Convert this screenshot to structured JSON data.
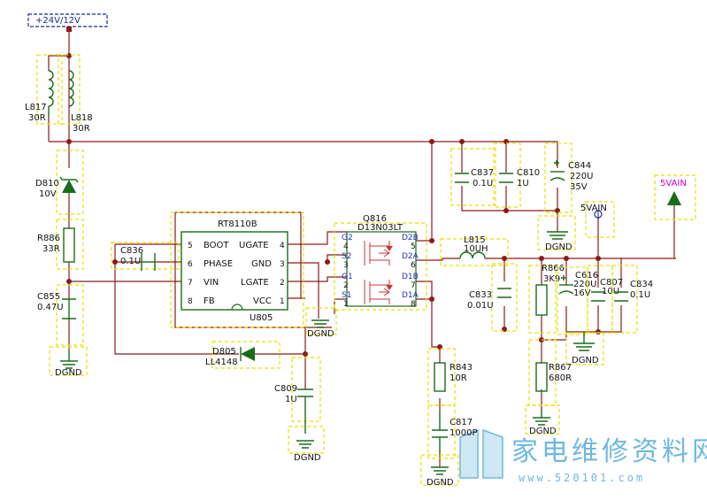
{
  "power_input": "+24V/12V",
  "rail_5v": "5VAIN",
  "rail_5v_node": "5VAIN",
  "ic": {
    "name": "RT8110B",
    "ref": "U805",
    "pins_left": [
      {
        "num": "5",
        "name": "BOOT"
      },
      {
        "num": "6",
        "name": "PHASE"
      },
      {
        "num": "7",
        "name": "VIN"
      },
      {
        "num": "8",
        "name": "FB"
      }
    ],
    "pins_right": [
      {
        "num": "4",
        "name": "UGATE"
      },
      {
        "num": "3",
        "name": "GND"
      },
      {
        "num": "2",
        "name": "LGATE"
      },
      {
        "num": "1",
        "name": "VCC"
      }
    ]
  },
  "mosfet": {
    "ref": "Q816",
    "part": "D13N03LT",
    "pins_left": [
      {
        "name": "G2",
        "num": "4"
      },
      {
        "name": "S2",
        "num": "3"
      },
      {
        "name": "G1",
        "num": "2"
      },
      {
        "name": "S1",
        "num": "1"
      }
    ],
    "pins_right": [
      {
        "name": "D2B",
        "num": "5"
      },
      {
        "name": "D2A",
        "num": "6"
      },
      {
        "name": "D1B",
        "num": "7"
      },
      {
        "name": "D1A",
        "num": "8"
      }
    ]
  },
  "components": {
    "L817": {
      "ref": "L817",
      "value": "30R"
    },
    "L818": {
      "ref": "L818",
      "value": "30R"
    },
    "D810": {
      "ref": "D810",
      "value": "10V"
    },
    "R886": {
      "ref": "R886",
      "value": "33R"
    },
    "C855": {
      "ref": "C855",
      "value": "0.47U"
    },
    "C836": {
      "ref": "C836",
      "value": "0.1U"
    },
    "D805": {
      "ref": "D805",
      "value": "LL4148"
    },
    "C809": {
      "ref": "C809",
      "value": "1U"
    },
    "C837": {
      "ref": "C837",
      "value": "0.1U"
    },
    "C810": {
      "ref": "C810",
      "value": "1U"
    },
    "C844": {
      "ref": "C844",
      "value": "220U",
      "value2": "35V"
    },
    "L815": {
      "ref": "L815",
      "value": "10UH"
    },
    "C833": {
      "ref": "C833",
      "value": "0.01U"
    },
    "R866": {
      "ref": "R866",
      "value": "3K9"
    },
    "C616": {
      "ref": "C616",
      "value": "220U",
      "value2": "16V"
    },
    "C807": {
      "ref": "C807",
      "value": "10U"
    },
    "C834": {
      "ref": "C834",
      "value": "0.1U"
    },
    "R867": {
      "ref": "R867",
      "value": "680R"
    },
    "R843": {
      "ref": "R843",
      "value": "10R"
    },
    "C817": {
      "ref": "C817",
      "value": "1000P"
    }
  },
  "ground": "DGND",
  "watermark": {
    "text": "家电维修资料网",
    "url": "www.520101.com"
  },
  "colors": {
    "wire": "#8b1a1a",
    "component": "#1a6b1a",
    "group_box": "#e8e000",
    "watermark": "#6fb8e0",
    "power_label": "#1a2a8a",
    "rail_label": "#cc00cc"
  }
}
